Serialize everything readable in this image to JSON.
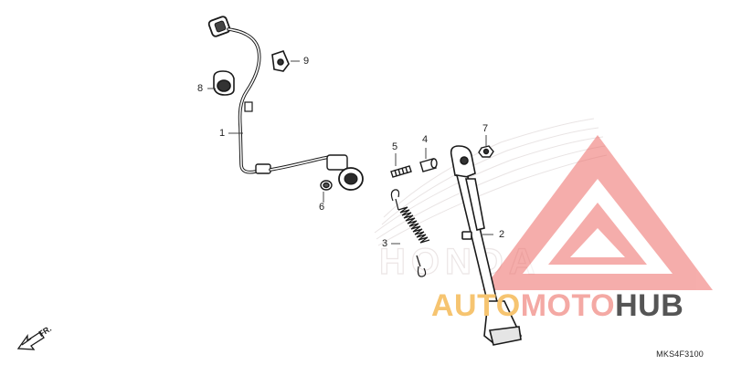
{
  "diagram": {
    "callouts": [
      {
        "id": "1",
        "label": "1"
      },
      {
        "id": "2",
        "label": "2"
      },
      {
        "id": "3",
        "label": "3"
      },
      {
        "id": "4",
        "label": "4"
      },
      {
        "id": "5",
        "label": "5"
      },
      {
        "id": "6",
        "label": "6"
      },
      {
        "id": "7",
        "label": "7"
      },
      {
        "id": "8",
        "label": "8"
      },
      {
        "id": "9",
        "label": "9"
      }
    ],
    "diagram_code": "MKS4F3100",
    "direction_label": "FR."
  },
  "watermark": {
    "brand_part1": "AUTO",
    "brand_part2": "MOTO",
    "brand_part3": "HUB",
    "background_mark": "HONDA",
    "colors": {
      "orange": "#f6c470",
      "pink": "#f4a9a4",
      "gray": "#555555",
      "triangle": "#ee6b67"
    }
  }
}
